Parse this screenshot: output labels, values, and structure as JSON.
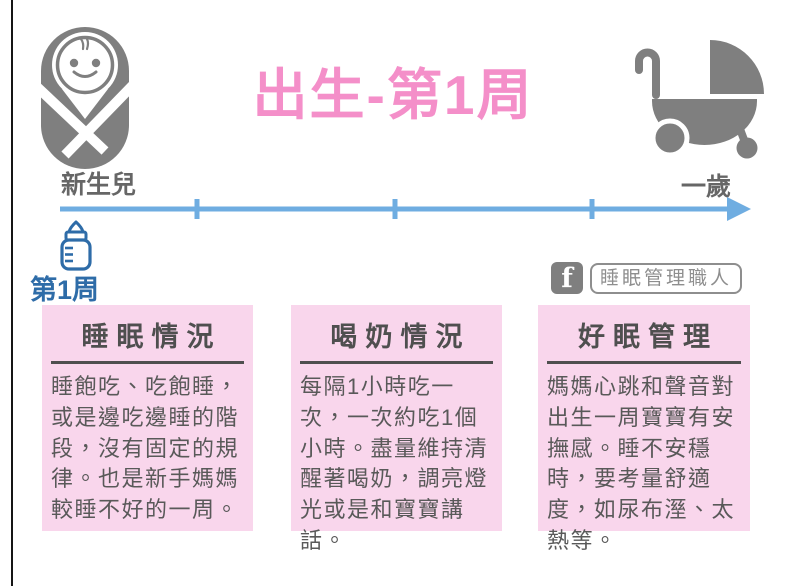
{
  "page": {
    "title": "出生-第1周"
  },
  "timeline": {
    "start_label": "新生兒",
    "end_label": "一歲",
    "marker_label": "第1周",
    "tick_count": 3
  },
  "social": {
    "facebook_icon_letter": "f",
    "facebook_page_label": "睡眠管理職人"
  },
  "cards": [
    {
      "title": "睡眠情況",
      "body": "睡飽吃、吃飽睡，或是邊吃邊睡的階段，沒有固定的規律。也是新手媽媽較睡不好的一周。"
    },
    {
      "title": "喝奶情況",
      "body": "每隔1小時吃一次，一次約吃1個小時。盡量維持清醒著喝奶，調亮燈光或是和寶寶講話。"
    },
    {
      "title": "好眠管理",
      "body": "媽媽心跳和聲音對出生一周寶寶有安撫感。睡不安穩時，要考量舒適度，如尿布溼、太熱等。"
    }
  ],
  "icons": {
    "baby": "swaddled-newborn-icon",
    "stroller": "baby-stroller-icon",
    "bottle": "baby-bottle-icon",
    "facebook": "facebook-icon"
  },
  "colors": {
    "title_pink": "#F48FC9",
    "card_pink": "#F9D6EC",
    "timeline_blue": "#6FADE1",
    "marker_blue": "#2E6CA8",
    "icon_gray": "#7F7F7F",
    "text_gray": "#595959"
  }
}
